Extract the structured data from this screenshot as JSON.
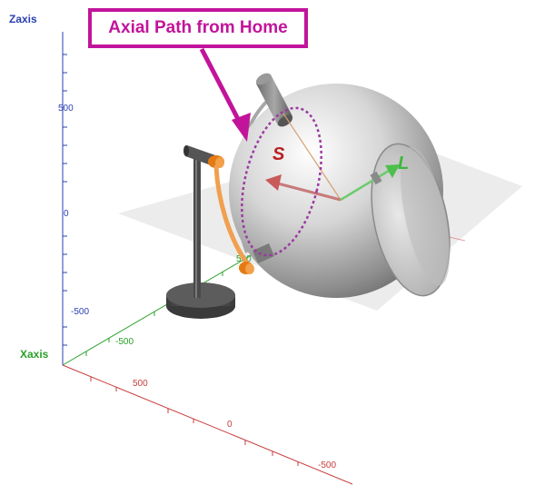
{
  "callout": {
    "label": "Axial Path from Home"
  },
  "axes": {
    "z": {
      "label": "Zaxis",
      "color": "#2a3fb3",
      "ticks": [
        "500",
        "0",
        "-500"
      ]
    },
    "x": {
      "label": "Xaxis",
      "color": "#2aa02a",
      "ticks": [
        "-500",
        "500"
      ]
    },
    "y": {
      "label": "",
      "color": "#c83c3c",
      "ticks": [
        "500",
        "0",
        "-500"
      ]
    }
  },
  "vectors": {
    "s": {
      "label": "S",
      "color": "#b81f1f"
    },
    "l": {
      "label": "L",
      "color": "#3cb83c"
    }
  },
  "colors": {
    "accent": "#c2149b",
    "arc": "#f0a050",
    "axial_path": "#9b3aa0",
    "stand": "#444444"
  }
}
